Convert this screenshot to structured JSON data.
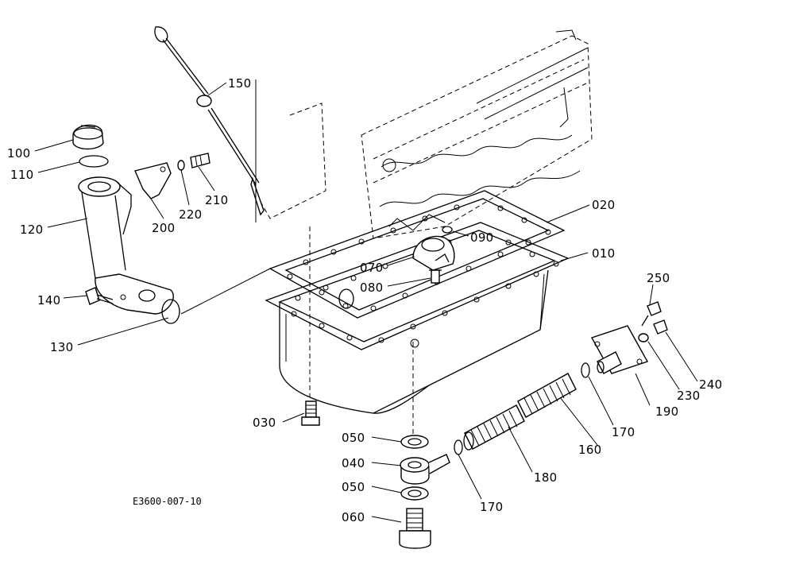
{
  "diagram": {
    "drawing_code": "E3600-007-10",
    "parts": [
      {
        "id": "p010",
        "label": "010"
      },
      {
        "id": "p020",
        "label": "020"
      },
      {
        "id": "p030",
        "label": "030"
      },
      {
        "id": "p040",
        "label": "040"
      },
      {
        "id": "p050a",
        "label": "050"
      },
      {
        "id": "p050b",
        "label": "050"
      },
      {
        "id": "p060",
        "label": "060"
      },
      {
        "id": "p070",
        "label": "070"
      },
      {
        "id": "p080",
        "label": "080"
      },
      {
        "id": "p090",
        "label": "090"
      },
      {
        "id": "p100",
        "label": "100"
      },
      {
        "id": "p110",
        "label": "110"
      },
      {
        "id": "p120",
        "label": "120"
      },
      {
        "id": "p130",
        "label": "130"
      },
      {
        "id": "p140",
        "label": "140"
      },
      {
        "id": "p150",
        "label": "150"
      },
      {
        "id": "p160",
        "label": "160"
      },
      {
        "id": "p170a",
        "label": "170"
      },
      {
        "id": "p170b",
        "label": "170"
      },
      {
        "id": "p180",
        "label": "180"
      },
      {
        "id": "p190",
        "label": "190"
      },
      {
        "id": "p200",
        "label": "200"
      },
      {
        "id": "p210",
        "label": "210"
      },
      {
        "id": "p220",
        "label": "220"
      },
      {
        "id": "p230",
        "label": "230"
      },
      {
        "id": "p240",
        "label": "240"
      },
      {
        "id": "p250",
        "label": "250"
      }
    ]
  }
}
